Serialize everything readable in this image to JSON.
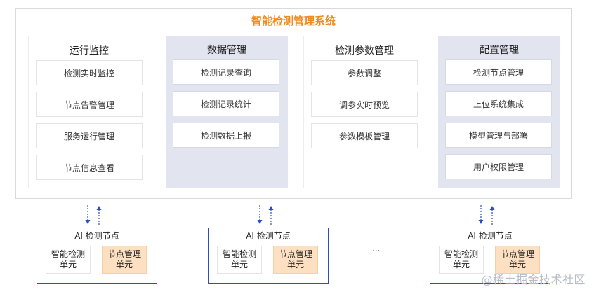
{
  "system": {
    "title": "智能检测管理系统",
    "modules": [
      {
        "title": "运行监控",
        "items": [
          "检测实时监控",
          "节点告警管理",
          "服务运行管理",
          "节点信息查看"
        ]
      },
      {
        "title": "数据管理",
        "items": [
          "检测记录查询",
          "检测记录统计",
          "检测数据上报"
        ]
      },
      {
        "title": "检测参数管理",
        "items": [
          "参数调整",
          "调参实时预览",
          "参数模板管理"
        ]
      },
      {
        "title": "配置管理",
        "items": [
          "检测节点管理",
          "上位系统集成",
          "模型管理与部署",
          "用户权限管理"
        ]
      }
    ]
  },
  "nodes": [
    {
      "title": "AI 检测节点",
      "unit1": "智能检测单元",
      "unit2": "节点管理单元"
    },
    {
      "title": "AI 检测节点",
      "unit1": "智能检测单元",
      "unit2": "节点管理单元"
    },
    {
      "title": "AI 检测节点",
      "unit1": "智能检测单元",
      "unit2": "节点管理单元"
    }
  ],
  "ellipsis": "...",
  "watermark": "@稀土掘金技术社区",
  "colors": {
    "title_accent": "#f0891d",
    "node_border": "#2b4fb8",
    "arrow": "#2b4fb8",
    "unit_highlight": "#fde0c2",
    "module_dark": "#e2e4ef"
  }
}
